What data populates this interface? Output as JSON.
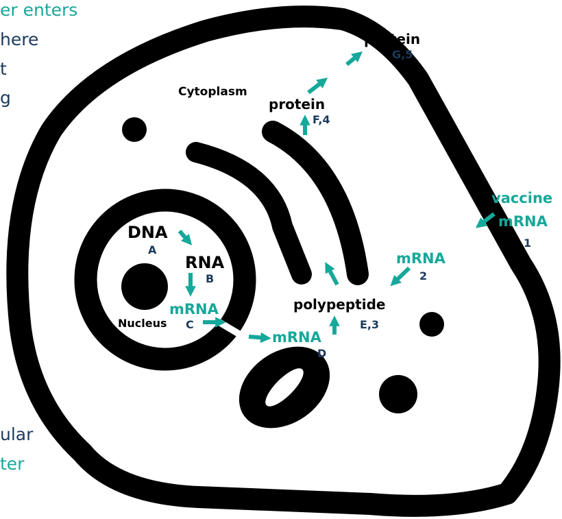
{
  "colors": {
    "teal": "#16a89a",
    "navy": "#1b3a5c",
    "black": "#000000"
  },
  "background_text": {
    "line1": "er enters",
    "line2": "here",
    "line3": "t",
    "line4": "g",
    "line5": "ular",
    "line6": "ter"
  },
  "labels": {
    "cytoplasm": "Cytoplasm",
    "nucleus": "Nucleus",
    "dna": "DNA",
    "dna_code": "A",
    "rna": "RNA",
    "rna_code": "B",
    "mrna_nucleus": "mRNA",
    "mrna_nucleus_code": "C",
    "mrna_cytoplasm": "mRNA",
    "mrna_cytoplasm_code": "D",
    "polypeptide": "polypeptide",
    "polypeptide_code": "E,3",
    "protein_inner": "protein",
    "protein_inner_code": "F,4",
    "protein_outer": "protein",
    "protein_outer_code": "G,5",
    "vaccine": "vaccine",
    "vaccine_mrna": "mRNA",
    "vaccine_code": "1",
    "mrna_vaccine_inside": "mRNA",
    "mrna_vaccine_inside_code": "2"
  }
}
